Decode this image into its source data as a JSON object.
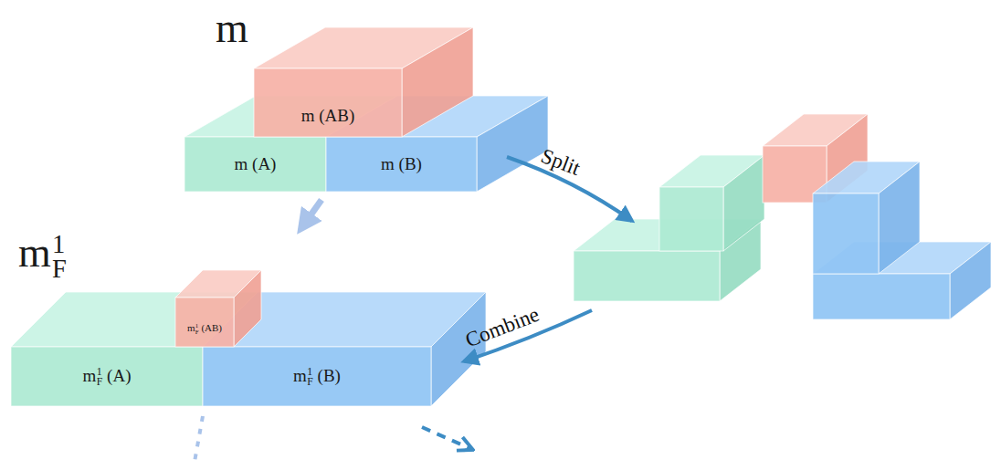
{
  "diagram": {
    "nodes": [
      {
        "text": [
          "m"
        ]
      },
      {
        "text": [
          "m (AB)"
        ],
        "in": 0
      },
      {
        "text": [
          "m (A)"
        ],
        "in": 0
      },
      {
        "text": [
          "m (B)"
        ],
        "in": 0
      },
      {
        "text": [
          "m1F"
        ]
      },
      {
        "text": [
          "m1F (AB)"
        ],
        "in": 4
      },
      {
        "text": [
          "m1F (A)"
        ],
        "in": 4
      },
      {
        "text": [
          "m1F (B)"
        ],
        "in": 4
      }
    ],
    "edges": [
      {
        "from": 0,
        "to": 4,
        "arrow": "to"
      }
    ],
    "labels": [
      "Split",
      "Combine"
    ]
  }
}
